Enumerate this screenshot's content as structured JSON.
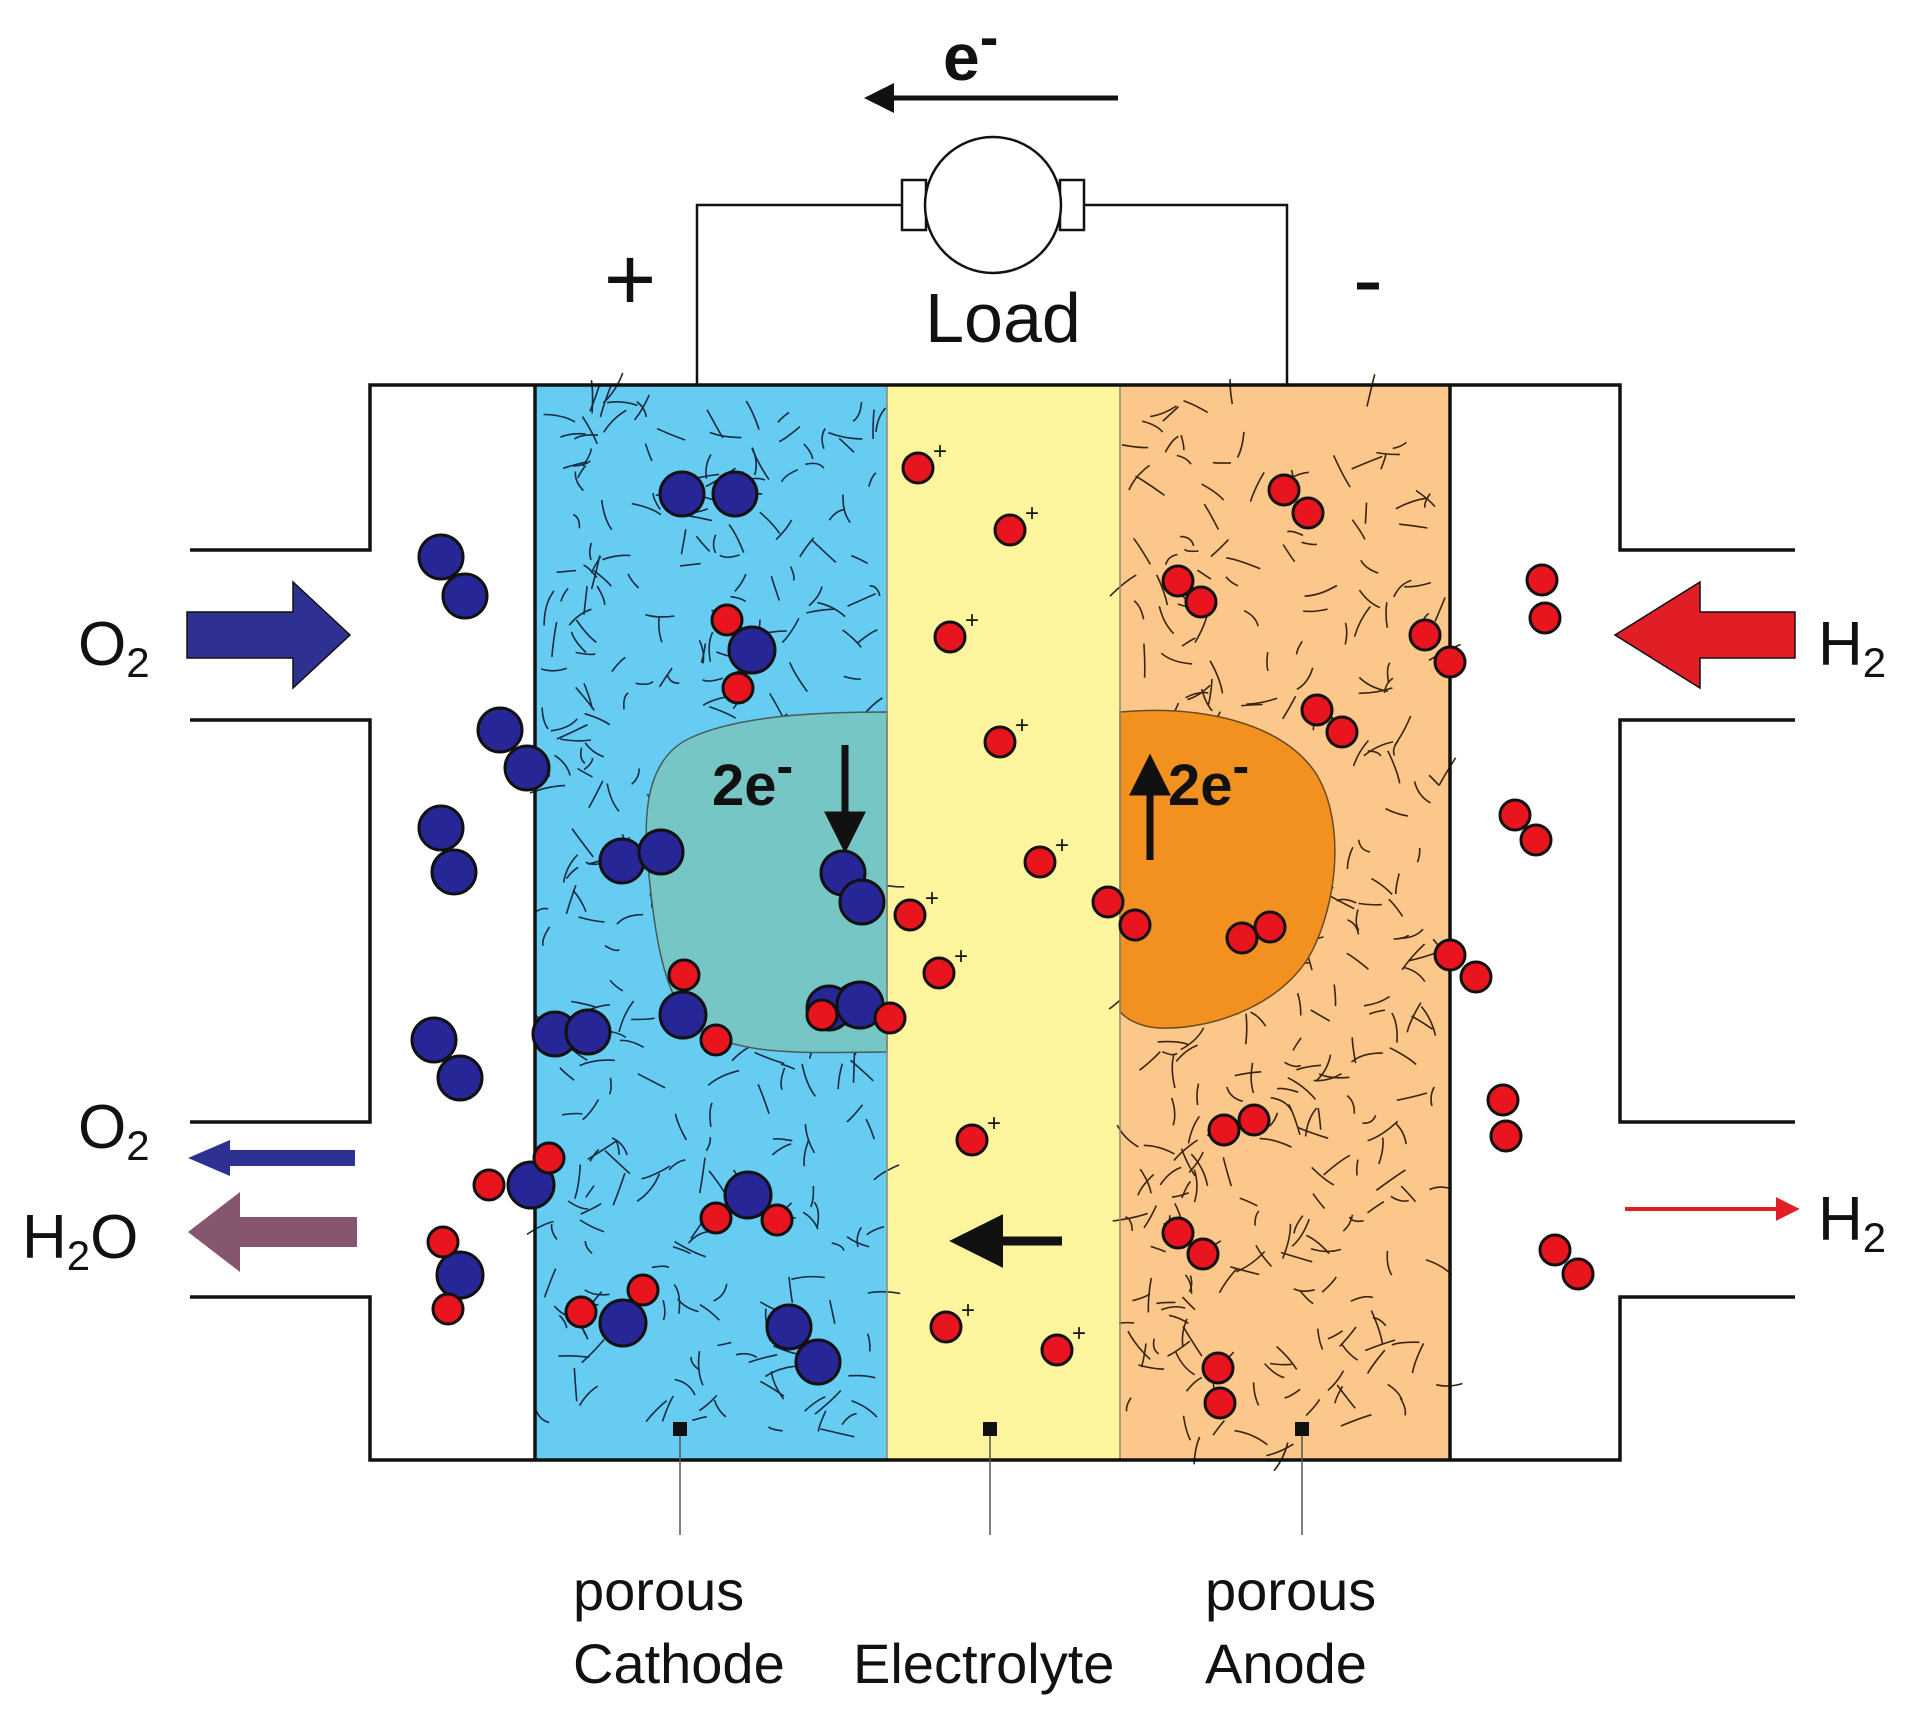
{
  "circuit": {
    "electron_flow_label": "e",
    "electron_flow_sup": "-",
    "load_label": "Load",
    "positive_terminal": "+",
    "negative_terminal": "-"
  },
  "inlets": {
    "oxygen_in": {
      "label": "O",
      "sub": "2"
    },
    "hydrogen_in": {
      "label": "H",
      "sub": "2"
    }
  },
  "outlets": {
    "oxygen_out": {
      "label": "O",
      "sub": "2"
    },
    "water_out": {
      "label_start": "H",
      "sub": "2",
      "label_end": "O"
    },
    "hydrogen_out": {
      "label": "H",
      "sub": "2"
    }
  },
  "reactions": {
    "cathode_electrons": {
      "label": "2e",
      "sup": "-"
    },
    "anode_electrons": {
      "label": "2e",
      "sup": "-"
    }
  },
  "ion_charge": "+",
  "layers": {
    "cathode": {
      "line1": "porous",
      "line2": "Cathode"
    },
    "electrolyte": {
      "line1": "Electrolyte"
    },
    "anode": {
      "line1": "porous",
      "line2": "Anode"
    }
  },
  "colors": {
    "cathode": "#66ccf2",
    "electrolyte": "#fdf59e",
    "anode": "#fbc78b",
    "cathode_reaction_zone": "#76c6c6",
    "anode_reaction_zone": "#f39120",
    "oxygen_atom": "#262696",
    "hydrogen_atom": "#e8141e",
    "oxygen_arrow": "#2e3092",
    "hydrogen_arrow": "#e11d25",
    "water_arrow": "#86566f"
  }
}
